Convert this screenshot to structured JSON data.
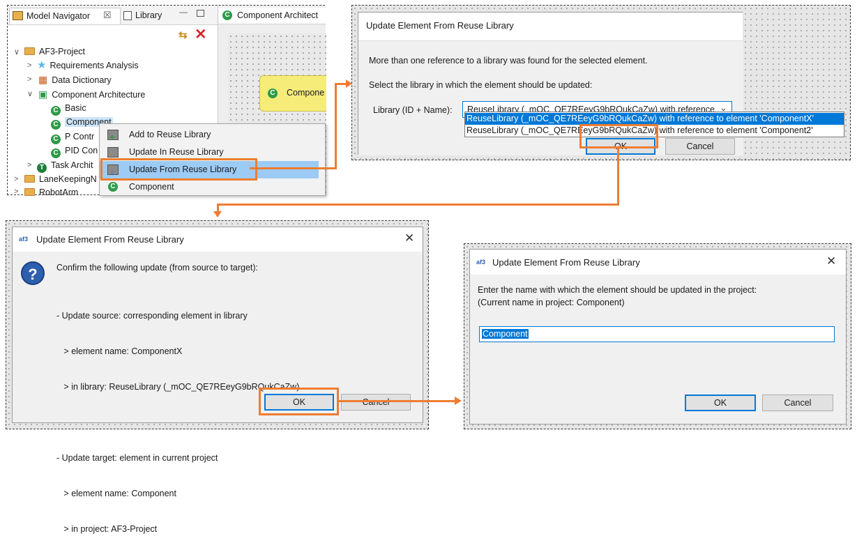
{
  "navigator": {
    "tabs": [
      {
        "label": "Model Navigator",
        "close": "☒"
      },
      {
        "label": "Library"
      },
      {
        "label": "Component Architect"
      }
    ],
    "tree": [
      {
        "label": "AF3-Project",
        "kind": "folder",
        "twisty": "∨"
      },
      {
        "label": "Requirements Analysis",
        "kind": "star",
        "twisty": ">"
      },
      {
        "label": "Data Dictionary",
        "kind": "grid",
        "twisty": ">"
      },
      {
        "label": "Component Architecture",
        "kind": "arch",
        "twisty": "∨"
      },
      {
        "label": "Basic",
        "kind": "component"
      },
      {
        "label": "Component",
        "kind": "component"
      },
      {
        "label": "P Contr",
        "kind": "component"
      },
      {
        "label": "PID Con",
        "kind": "component"
      },
      {
        "label": "Task Archit",
        "kind": "task",
        "twisty": ">"
      },
      {
        "label": "LaneKeepingN",
        "kind": "folder",
        "twisty": ">"
      },
      {
        "label": "RobotArm",
        "kind": "folder",
        "twisty": ">"
      }
    ],
    "canvas_node_label": "Compone",
    "context_menu": [
      {
        "label": "Add to Reuse Library",
        "icon": "add-library-icon"
      },
      {
        "label": "Update In Reuse Library",
        "icon": "update-in-library-icon"
      },
      {
        "label": "Update From Reuse Library",
        "icon": "update-from-library-icon"
      },
      {
        "label": "Component",
        "icon": "component-icon"
      }
    ]
  },
  "dialog_select": {
    "title": "Update Element From Reuse Library",
    "message": "More than one reference to a library was found for the selected element.",
    "prompt": "Select the library in which the element should be updated:",
    "field_label": "Library (ID + Name):",
    "selected_value": "ReuseLibrary (_mOC_QE7REeyG9bRQukCaZw) with reference",
    "options": [
      "ReuseLibrary (_mOC_QE7REeyG9bRQukCaZw) with reference to element 'ComponentX'",
      "ReuseLibrary (_mOC_QE7REeyG9bRQukCaZw) with reference to element 'Component2'"
    ],
    "ok_label": "OK",
    "cancel_label": "Cancel"
  },
  "dialog_confirm": {
    "title": "Update Element From Reuse Library",
    "heading": "Confirm the following update (from source to target):",
    "lines": [
      "- Update source: corresponding element in library",
      "   > element name: ComponentX",
      "   > in library: ReuseLibrary (_mOC_QE7REeyG9bRQukCaZw)",
      "",
      "- Update target: element in current project",
      "   > element name: Component",
      "   > in project: AF3-Project"
    ],
    "ok_label": "OK",
    "cancel_label": "Cancel"
  },
  "dialog_rename": {
    "title": "Update Element From Reuse Library",
    "prompt_line1": "Enter the name with which the element should be updated in the project:",
    "prompt_line2": "(Current name in project: Component)",
    "input_value": "Component",
    "ok_label": "OK",
    "cancel_label": "Cancel"
  },
  "colors": {
    "highlight": "#ee7d31",
    "selection": "#0078d7",
    "menu_highlight": "#9ccbf5"
  }
}
